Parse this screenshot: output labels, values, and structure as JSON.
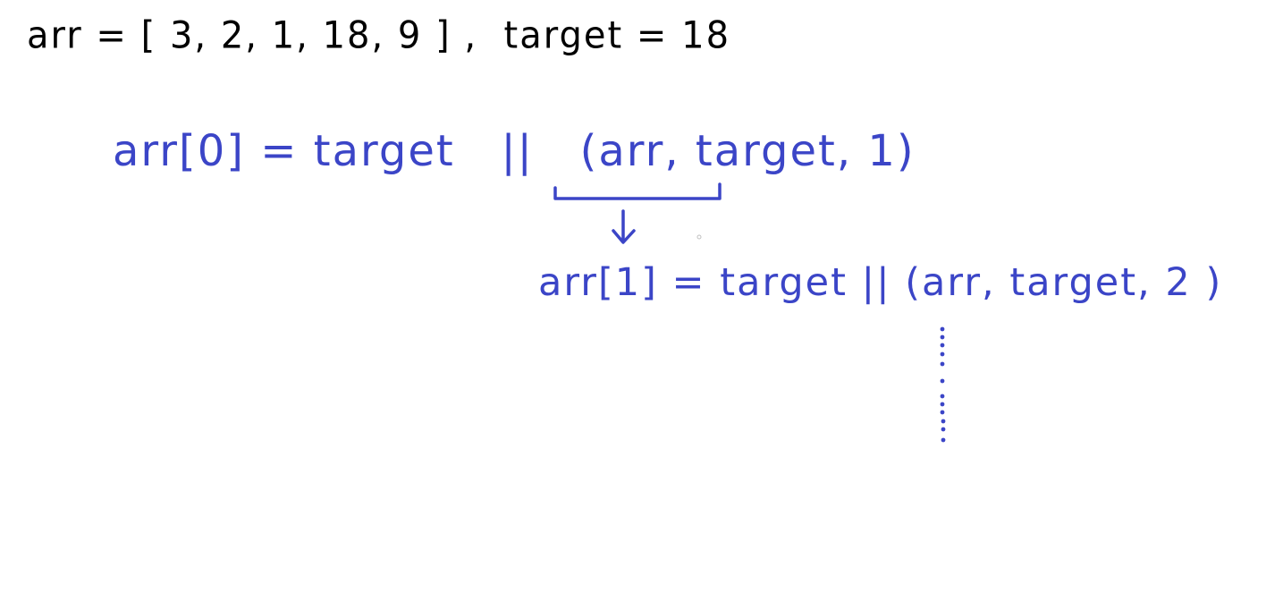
{
  "lines": {
    "definition": "arr = [ 3, 2, 1, 18, 9 ] ,  target = 18",
    "level0": "arr[0] = target   ||   (arr, target, 1)",
    "level1": "arr[1] = target || (arr, target, 2 )"
  },
  "colors": {
    "ink_black": "#000000",
    "ink_blue": "#3b45c7",
    "background": "#ffffff"
  }
}
